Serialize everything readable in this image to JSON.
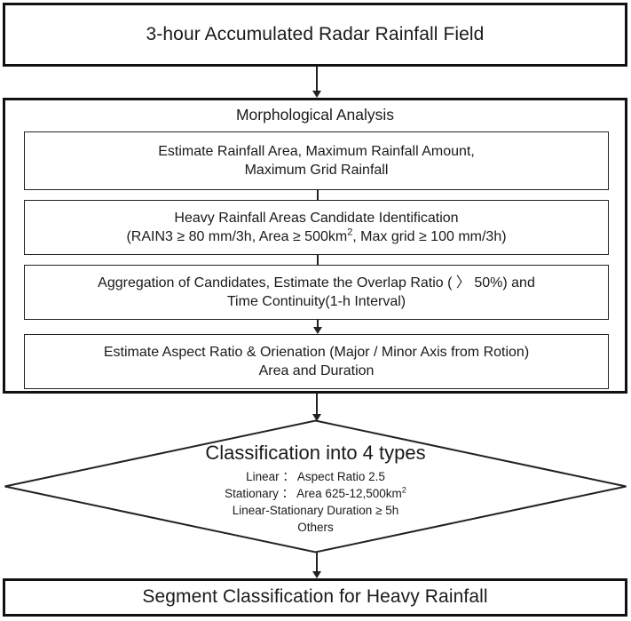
{
  "diagram": {
    "type": "flowchart",
    "title": "Heavy Rainfall Segment Classification Workflow",
    "start": {
      "label": "3-hour Accumulated Radar Rainfall Field"
    },
    "morphological": {
      "title": "Morphological Analysis",
      "steps": [
        {
          "line1": "Estimate Rainfall Area, Maximum Rainfall Amount,",
          "line2": "Maximum Grid Rainfall"
        },
        {
          "line1": "Heavy Rainfall Areas Candidate Identification",
          "line2_pre": "(RAIN3 ≥ 80 mm/3h, Area ≥ 500km",
          "line2_sup": "2",
          "line2_post": ", Max grid ≥ 100 mm/3h)"
        },
        {
          "line1": "Aggregation of Candidates, Estimate the Overlap Ratio ( 〉 50%) and",
          "line2": "Time Continuity(1-h Interval)"
        },
        {
          "line1": "Estimate Aspect Ratio & Orienation (Major / Minor Axis from  Rotion)",
          "line2": "Area and Duration"
        }
      ]
    },
    "decision": {
      "title": "Classification into 4 types",
      "criteria": [
        {
          "text": "Linear ： Aspect Ratio 2.5"
        },
        {
          "pre": "Stationary ： Area 625-12,500km",
          "sup": "2",
          "post": ""
        },
        {
          "text": "Linear-Stationary   Duration ≥ 5h"
        },
        {
          "text": "Others"
        }
      ]
    },
    "end": {
      "label": "Segment Classification for Heavy Rainfall"
    },
    "colors": {
      "stroke_heavy": "#111111",
      "stroke_light": "#222222",
      "background": "#ffffff",
      "text": "#1a1a1a"
    }
  }
}
